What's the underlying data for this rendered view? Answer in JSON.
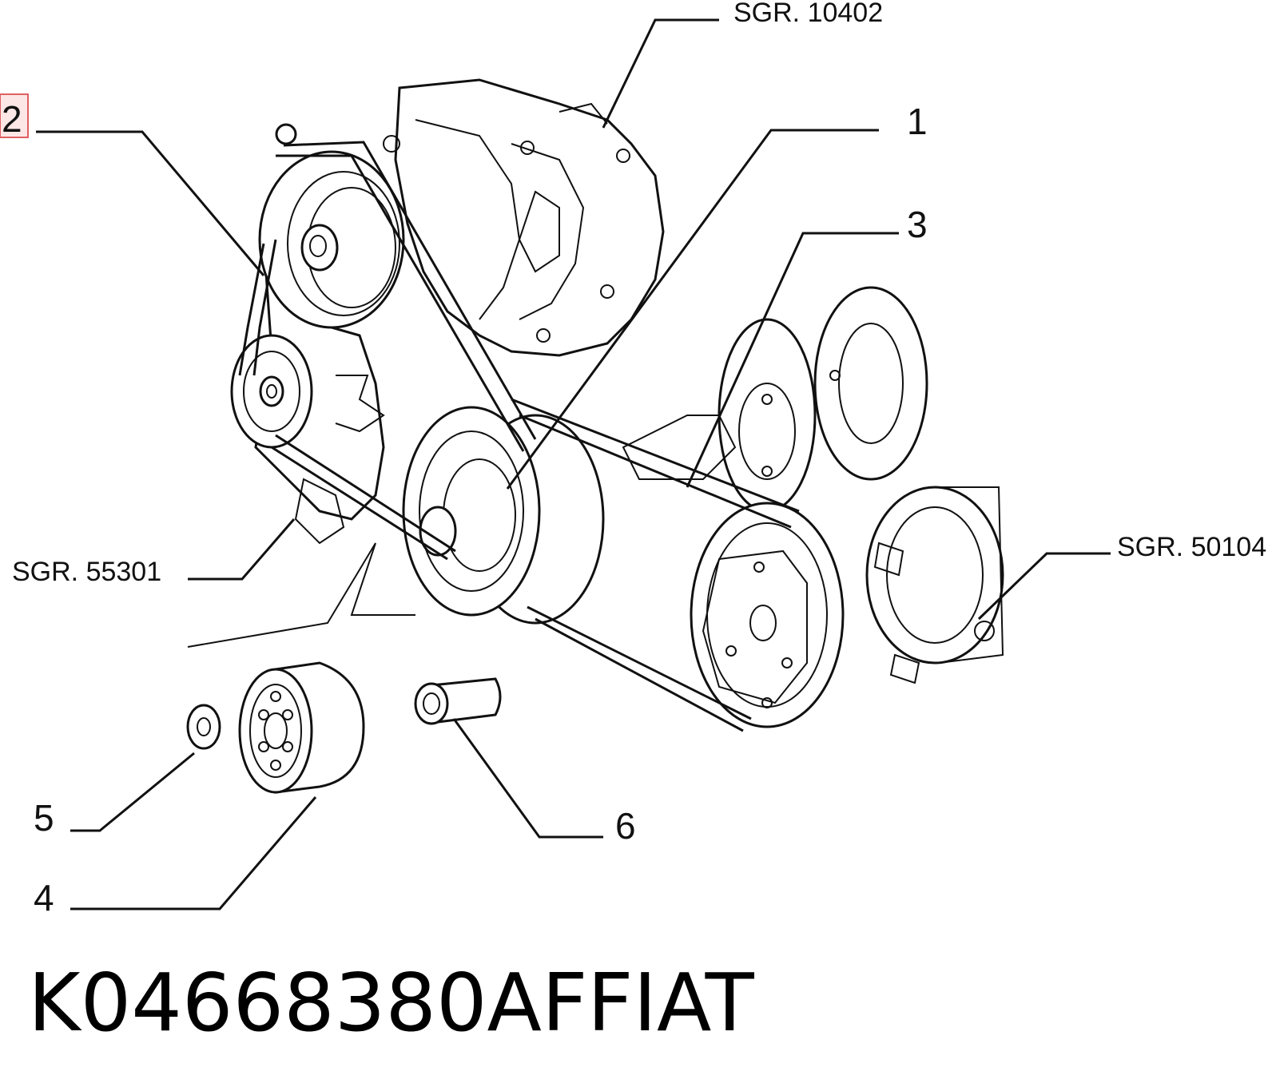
{
  "callouts": {
    "p1": "1",
    "p2": "2",
    "p3": "3",
    "p4": "4",
    "p5": "5",
    "p6": "6"
  },
  "refs": {
    "engine_block": "SGR. 10402",
    "alternator": "SGR. 55301",
    "compressor": "SGR. 50104"
  },
  "footer": {
    "part_number": "K04668380AF",
    "brand": "FIAT"
  },
  "colors": {
    "line": "#111111",
    "highlight_box": "#e06060",
    "highlight_fill": "#fde6e6"
  }
}
